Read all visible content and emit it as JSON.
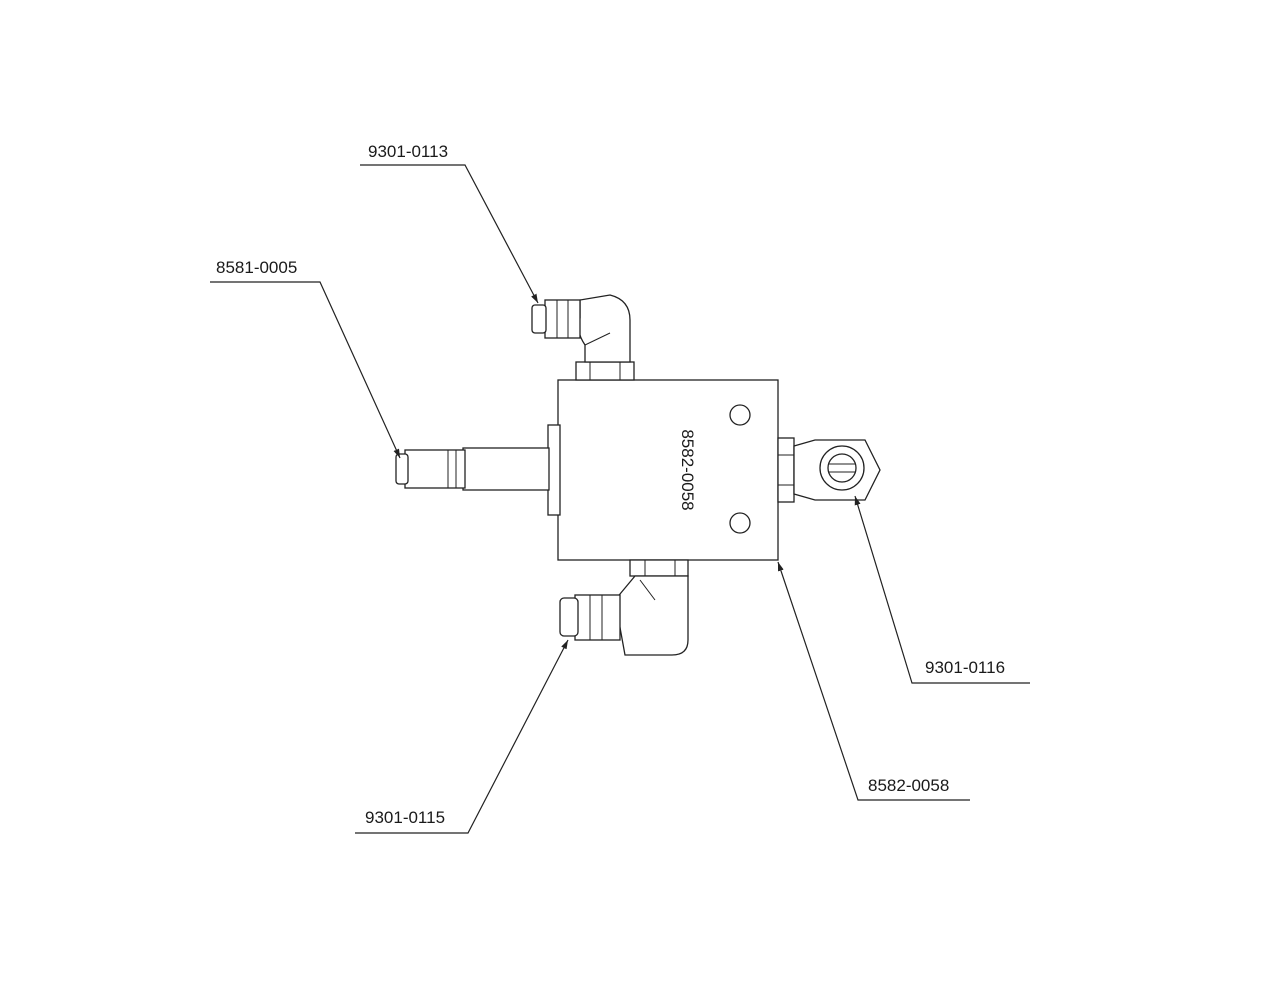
{
  "diagram": {
    "block_part_number": "8582-0058",
    "callouts": {
      "elbow_top": "9301-0113",
      "shaft_left": "8581-0005",
      "side_fitting_right": "9301-0116",
      "elbow_bottom": "9301-0115",
      "block": "8582-0058"
    },
    "colors": {
      "line": "#222222",
      "background": "#ffffff"
    }
  }
}
